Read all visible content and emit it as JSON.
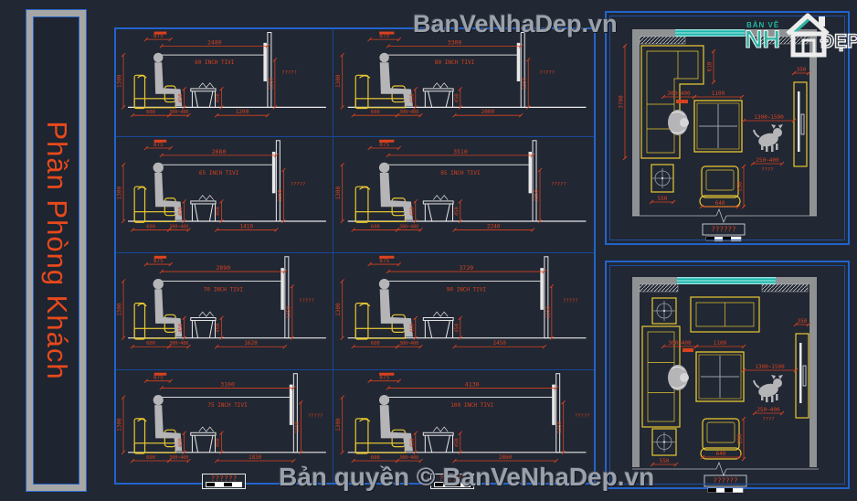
{
  "colors": {
    "background": "#212733",
    "frame_blue": "#2263cc",
    "grid_blue": "#17479a",
    "dim_red": "#d8421f",
    "furniture_yellow": "#e9c832",
    "line_white": "#e9e9e9",
    "wall_gray": "#8f9193",
    "figure_gray": "#b5b5b7",
    "window_teal": "#1ab5ac",
    "brand_gray": "#9ba1ab",
    "sidebar_orange": "#e8491c"
  },
  "sidebar": {
    "label": "Phần Phòng Khách"
  },
  "brand": {
    "top": "BanVeNhaDep.vn",
    "bottom": "Bản quyền © BanVeNhaDep.vn"
  },
  "logo": {
    "top": "BẢN VẼ",
    "main": "NH",
    "suffix": "ĐẸP"
  },
  "elevations": {
    "caption": "??????",
    "common": {
      "head": "875",
      "eye_h": "1300",
      "sofa_w": "600",
      "gap": "300~400",
      "table_h": "450",
      "tv_h": "1350",
      "wall_note": "?????"
    },
    "cells": [
      {
        "size": "60 INCH TIVI",
        "distance": "2480",
        "floor": "1200"
      },
      {
        "size": "80 INCH TIVI",
        "distance": "3300",
        "floor": "2000"
      },
      {
        "size": "65 INCH TIVI",
        "distance": "2680",
        "floor": "1410"
      },
      {
        "size": "85 INCH TIVI",
        "distance": "3510",
        "floor": "2240"
      },
      {
        "size": "70 INCH TIVI",
        "distance": "2890",
        "floor": "1620"
      },
      {
        "size": "90 INCH TIVI",
        "distance": "3720",
        "floor": "2450"
      },
      {
        "size": "75 INCH TIVI",
        "distance": "3100",
        "floor": "1830"
      },
      {
        "size": "100 INCH TIVI",
        "distance": "4130",
        "floor": "2860"
      }
    ]
  },
  "plans": {
    "top": {
      "caption": "??????",
      "note": "????",
      "dims": {
        "sofa_gap": "300~400",
        "table_w": "1100",
        "arm_d": "610",
        "room_l": "3700",
        "tv_dist": "1300~1500",
        "dog_range": "250~400",
        "cab_d": "350",
        "side_t": "550",
        "chair_w": "640",
        "chair_d": "250"
      }
    },
    "bottom": {
      "caption": "??????",
      "note": "????",
      "dims": {
        "sofa_gap": "300~400",
        "table_w": "1100",
        "tv_dist": "1300~1500",
        "dog_range": "250~400",
        "cab_d": "350",
        "side_t": "550",
        "chair_w": "640",
        "chair_d": "250"
      }
    }
  }
}
